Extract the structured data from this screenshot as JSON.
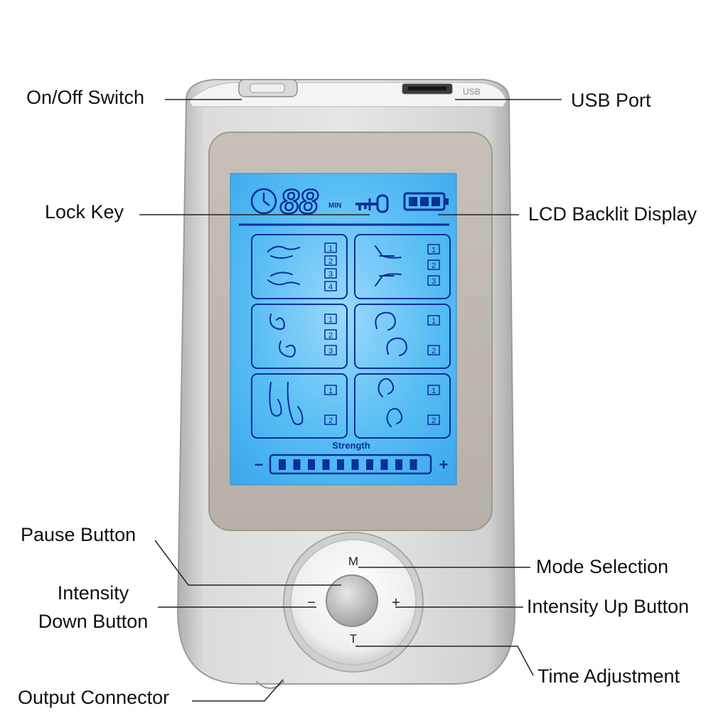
{
  "callouts": {
    "on_off_switch": "On/Off Switch",
    "usb_port": "USB Port",
    "lock_key": "Lock Key",
    "lcd_backlit_display": "LCD Backlit Display",
    "pause_button": "Pause Button",
    "intensity_down_line1": "Intensity",
    "intensity_down_line2": "Down Button",
    "mode_selection": "Mode Selection",
    "intensity_up_button": "Intensity Up Button",
    "time_adjustment": "Time Adjustment",
    "output_connector": "Output Connector"
  },
  "device": {
    "usb_label": "USB",
    "lcd": {
      "timer_digits": "88",
      "timer_unit": "MIN",
      "battery_bars": 3,
      "strength_label": "Strength",
      "strength_minus": "−",
      "strength_plus": "+",
      "strength_segments": 10,
      "panels": [
        {
          "name": "hands-panel",
          "modes": [
            "1",
            "2",
            "3",
            "4"
          ]
        },
        {
          "name": "wrist-panel",
          "modes": [
            "1",
            "2",
            "3"
          ]
        },
        {
          "name": "stomach-panel",
          "modes": [
            "1",
            "2",
            "3"
          ]
        },
        {
          "name": "head-panel",
          "modes": [
            "1",
            "2"
          ]
        },
        {
          "name": "feet-panel",
          "modes": [
            "1",
            "2"
          ]
        },
        {
          "name": "ear-panel",
          "modes": [
            "1",
            "2"
          ]
        }
      ]
    },
    "buttons": {
      "mode": "M",
      "time": "T",
      "minus": "−",
      "plus": "+"
    }
  },
  "colors": {
    "lcd_blue": "#49b7f4",
    "lcd_ink": "#0a2f9a",
    "body_silver": "#d5d5d5"
  }
}
